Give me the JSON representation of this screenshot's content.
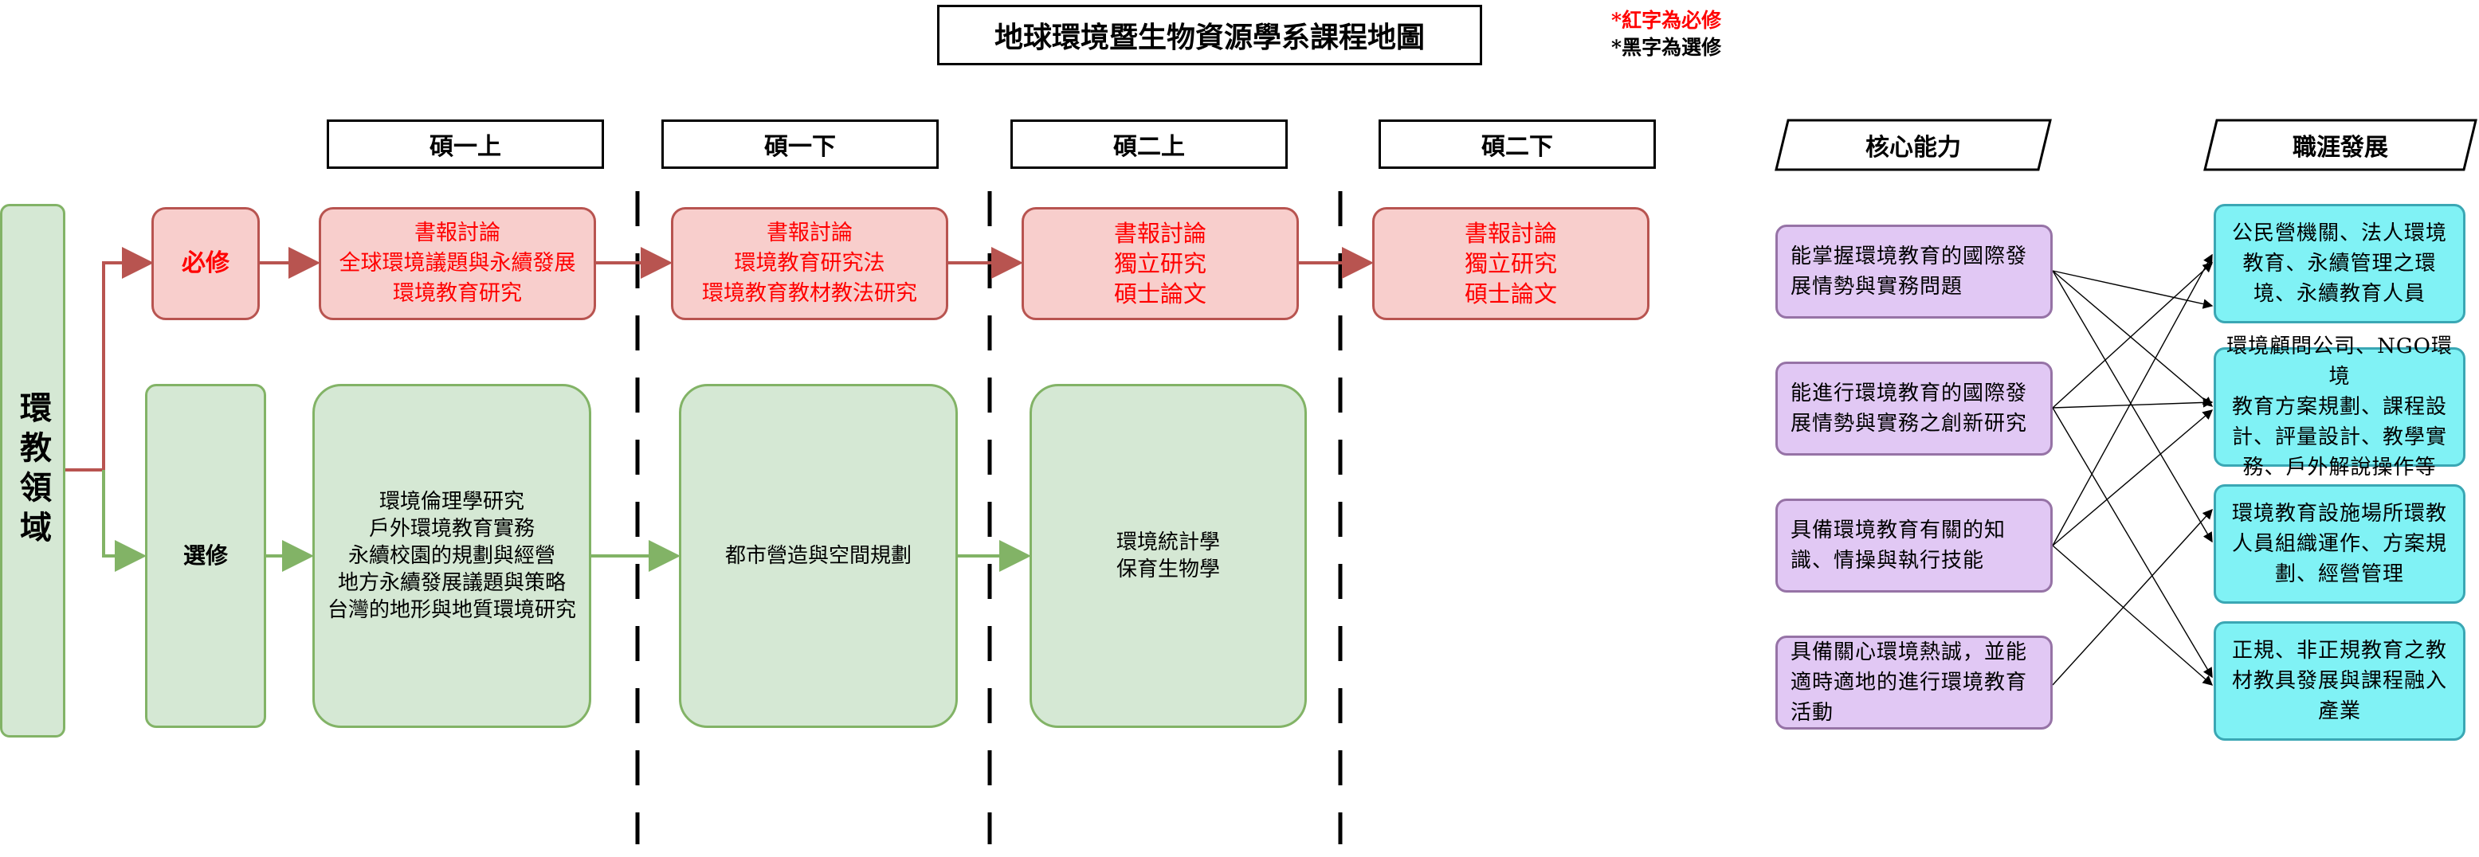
{
  "title": "地球環境暨生物資源學系課程地圖",
  "legend": {
    "red": "*紅字為必修",
    "black": "*黑字為選修"
  },
  "semesters": [
    "碩一上",
    "碩一下",
    "碩二上",
    "碩二下"
  ],
  "column_headers": {
    "core": "核心能力",
    "career": "職涯發展"
  },
  "domain": "環教領域",
  "required_label": "必修",
  "elective_label": "選修",
  "required_courses": [
    [
      "書報討論",
      "全球環境議題與永續發展",
      "環境教育研究"
    ],
    [
      "書報討論",
      "環境教育研究法",
      "環境教育教材教法研究"
    ],
    [
      "書報討論",
      "獨立研究",
      "碩士論文"
    ],
    [
      "書報討論",
      "獨立研究",
      "碩士論文"
    ]
  ],
  "elective_courses": [
    [
      "環境倫理學研究",
      "戶外環境教育實務",
      "永續校園的規劃與經營",
      "地方永續發展議題與策略",
      "台灣的地形與地質環境研究"
    ],
    [
      "都市營造與空間規劃"
    ],
    [
      "環境統計學",
      "保育生物學"
    ]
  ],
  "core_competencies": [
    "能掌握環境教育的國際發展情勢與實務問題",
    "能進行環境教育的國際發展情勢與實務之創新研究",
    "具備環境教育有關的知識、情操與執行技能",
    "具備關心環境熱誠，並能適時適地的進行環境教育活動"
  ],
  "careers": [
    [
      "公民營機關、法人環境",
      "教育、永續管理之環",
      "境、永續教育人員"
    ],
    [
      "環境顧問公司、NGO環境",
      "教育方案規劃、課程設",
      "計、評量設計、教學實",
      "務、戶外解說操作等"
    ],
    [
      "環境教育設施場所環教",
      "人員組織運作、方案規",
      "劃、經營管理"
    ],
    [
      "正規、非正規教育之教",
      "材教具發展與課程融入",
      "產業"
    ]
  ],
  "colors": {
    "required_fill": "#f8cecc",
    "required_stroke": "#b85450",
    "required_text": "#ff0000",
    "elective_fill": "#d5e8d4",
    "elective_stroke": "#82b366",
    "core_fill": "#e1c8f4",
    "core_stroke": "#9673a6",
    "career_fill": "#80f2f5",
    "career_stroke": "#3aa7b4"
  }
}
